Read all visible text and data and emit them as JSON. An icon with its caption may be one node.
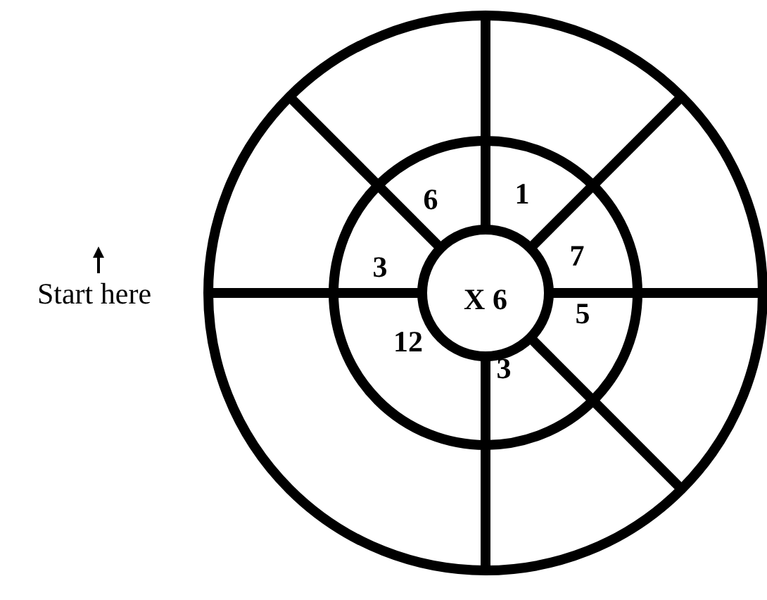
{
  "diagram": {
    "labels": [
      "6",
      "1",
      "7",
      "3",
      "Start here",
      "X 6",
      "5",
      "12",
      "3"
    ]
  }
}
